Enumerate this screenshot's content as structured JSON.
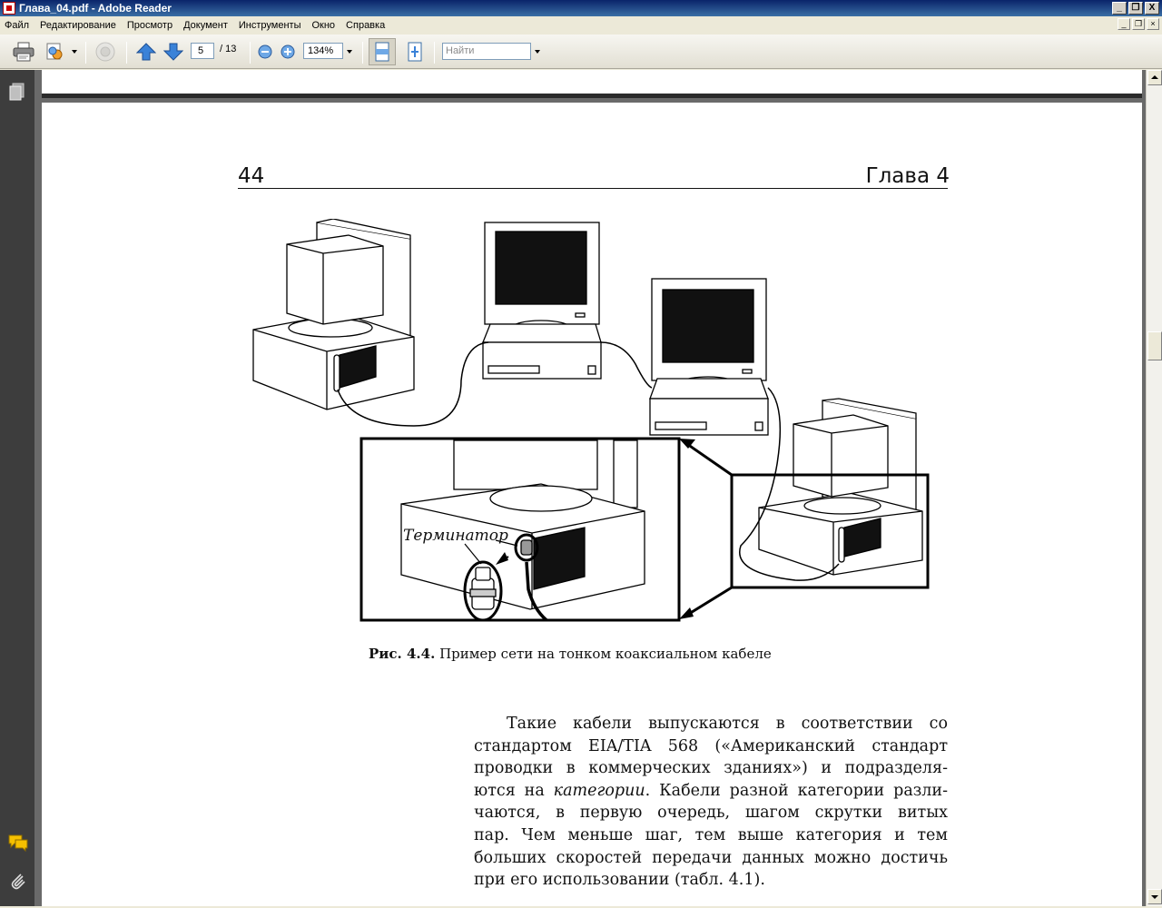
{
  "window": {
    "title": "Глава_04.pdf - Adobe Reader",
    "buttons": [
      "_",
      "❐",
      "X"
    ]
  },
  "menu": {
    "items": [
      "Файл",
      "Редактирование",
      "Просмотр",
      "Документ",
      "Инструменты",
      "Окно",
      "Справка"
    ]
  },
  "toolbar": {
    "page_current": "5",
    "page_total": "/ 13",
    "zoom": "134%",
    "find_placeholder": "Найти"
  },
  "document": {
    "page_number": "44",
    "chapter": "Глава 4",
    "figure": {
      "callout_label": "Терминатор"
    },
    "caption_bold": "Рис. 4.4.",
    "caption_text": " Пример сети на тонком коаксиальном кабеле",
    "paragraph_lines": [
      "Такие кабели выпускаются в соответствии со",
      "стандартом EIA/TIA 568 («Американский стандарт",
      "проводки в коммерческих зданиях») и подразделя-",
      "ются на категории. Кабели разной категории разли-",
      "чаются, в первую очередь, шагом скрутки витых",
      "пар. Чем меньше шаг, тем выше категория и тем",
      "больших скоростей передачи данных можно достичь",
      "при его использовании (табл. 4.1)."
    ],
    "italic_word": "категории"
  },
  "icons": {
    "left_nav": [
      "pages-icon",
      "comments-icon",
      "attachments-icon"
    ],
    "toolbar": [
      "print-icon",
      "share-icon",
      "collaborate-icon",
      "prev-page-icon",
      "next-page-icon",
      "zoom-out-icon",
      "zoom-in-icon",
      "fit-width-icon",
      "fit-page-icon"
    ]
  }
}
